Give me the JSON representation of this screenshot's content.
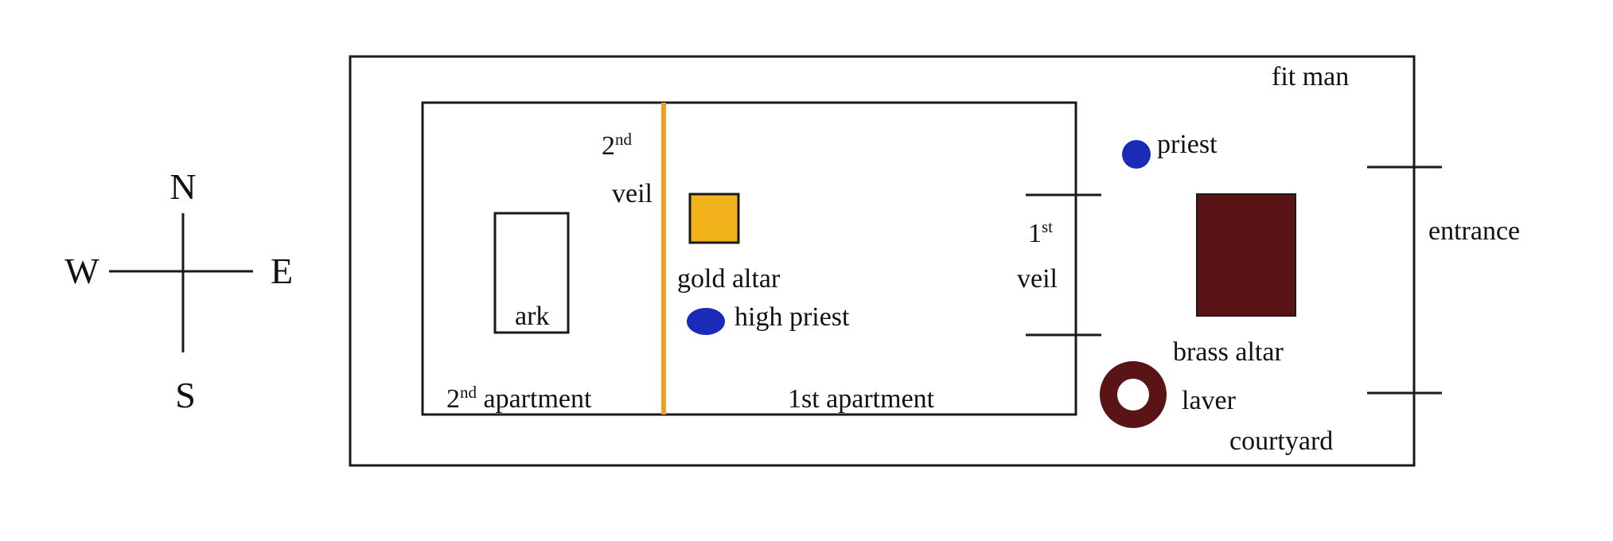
{
  "compass": {
    "north": "N",
    "south": "S",
    "east": "E",
    "west": "W"
  },
  "labels": {
    "fit_man": "fit man",
    "priest": "priest",
    "entrance": "entrance",
    "brass_altar": "brass altar",
    "laver": "laver",
    "courtyard": "courtyard",
    "gold_altar": "gold altar",
    "high_priest": "high priest",
    "ark": "ark",
    "first_apartment": "1st apartment",
    "second_apartment": {
      "num": "2",
      "sup": "nd",
      "text": " apartment"
    },
    "second_veil": {
      "num": "2",
      "sup": "nd",
      "text": "veil"
    },
    "first_veil": {
      "num": "1",
      "sup": "st",
      "text": "veil"
    }
  },
  "colors": {
    "veil": "#f0a020",
    "gold_altar": "#f2b21c",
    "person": "#1a2bb8",
    "brass_altar": "#5a1416",
    "laver": "#5a1416",
    "line": "#1a1a1a"
  }
}
